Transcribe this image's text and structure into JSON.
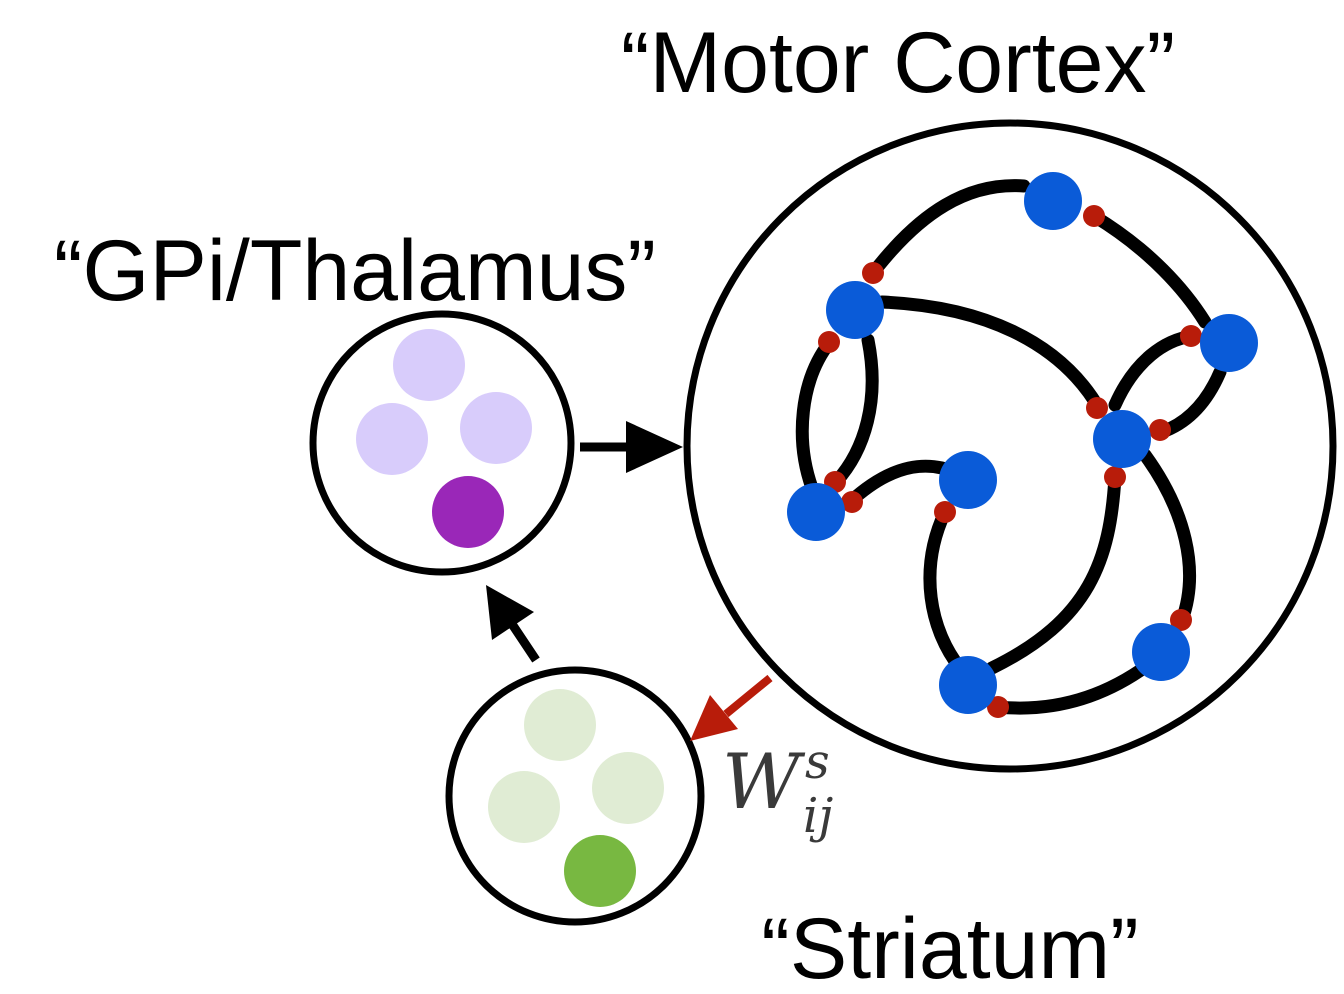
{
  "labels": {
    "motor_cortex": "“Motor Cortex”",
    "gpi_thalamus": "“GPi/Thalamus”",
    "striatum": "“Striatum”",
    "weight_symbol": "W",
    "weight_superscript": "s",
    "weight_subscript": "ij"
  },
  "colors": {
    "cortex_neuron": "#0a5bd8",
    "synapse": "#b81c0a",
    "gpi_faded_neuron": "#d8ccfb",
    "gpi_active_neuron": "#9a27b8",
    "striatum_faded_neuron": "#e0ecd4",
    "striatum_active_neuron": "#78b841",
    "plastic_connection_arrow": "#b81c0a",
    "connection_arrow": "#000000"
  }
}
